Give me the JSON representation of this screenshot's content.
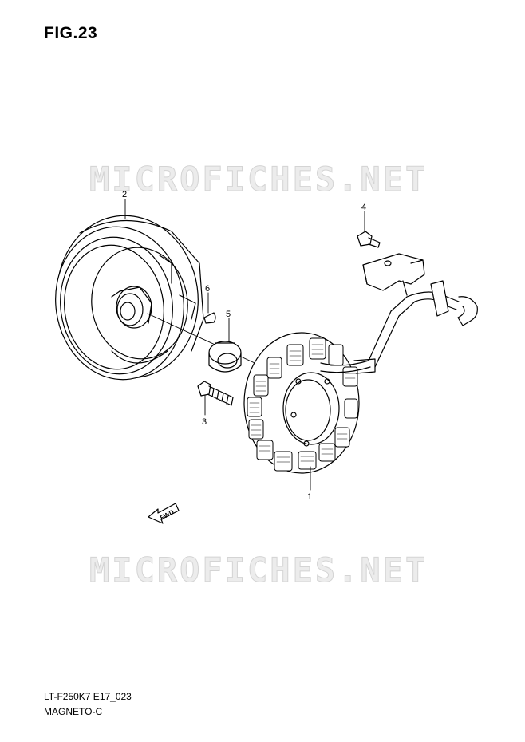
{
  "figure": {
    "title": "FIG.23"
  },
  "watermarks": [
    "MICROFICHES.NET",
    "MICROFICHES.NET"
  ],
  "callouts": {
    "p1": "1",
    "p2": "2",
    "p3": "3",
    "p4": "4",
    "p5": "5",
    "p6": "6"
  },
  "direction_arrow": "FWD",
  "footer": {
    "model_code": "LT-F250K7 E17_023",
    "section_name": "MAGNETO-C"
  }
}
